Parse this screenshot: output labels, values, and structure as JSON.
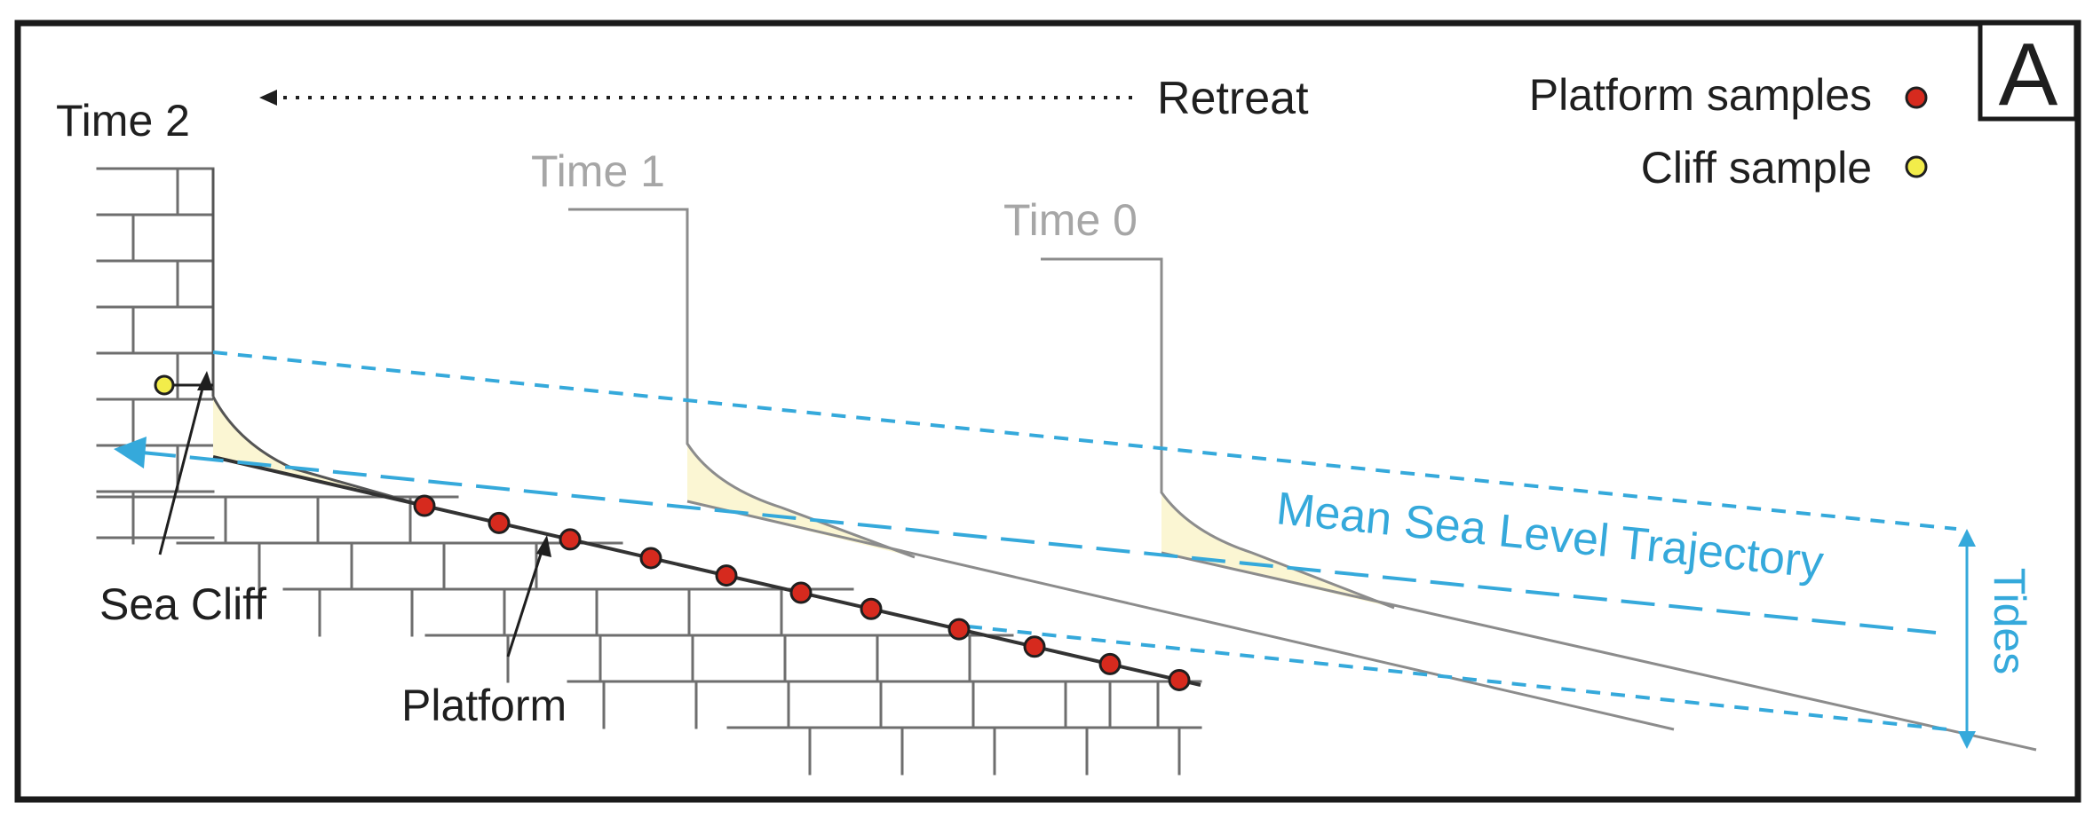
{
  "panel": {
    "letter": "A"
  },
  "labels": {
    "retreat": "Retreat",
    "time_2": "Time 2",
    "time_1": "Time 1",
    "time_0": "Time 0",
    "sea_cliff": "Sea Cliff",
    "platform": "Platform",
    "mean_sea_level": "Mean Sea Level Trajectory",
    "tides": "Tides"
  },
  "legend": {
    "items": [
      {
        "label": "Platform samples",
        "color": "#d62a1e"
      },
      {
        "label": "Cliff sample",
        "color": "#f2ec4a"
      }
    ]
  },
  "colors": {
    "frame": "#1a1a1a",
    "sea_level_blue": "#35a9db",
    "cliff_profile_grey": "#8c8c8c",
    "wedge_fill": "#fbf6d3",
    "brick_line": "#6e6e6e",
    "platform_sample_red": "#d62a1e",
    "cliff_sample_yellow": "#f2ec4a",
    "grey_label": "#a6a6a6",
    "dark_label": "#1f1f1f"
  }
}
